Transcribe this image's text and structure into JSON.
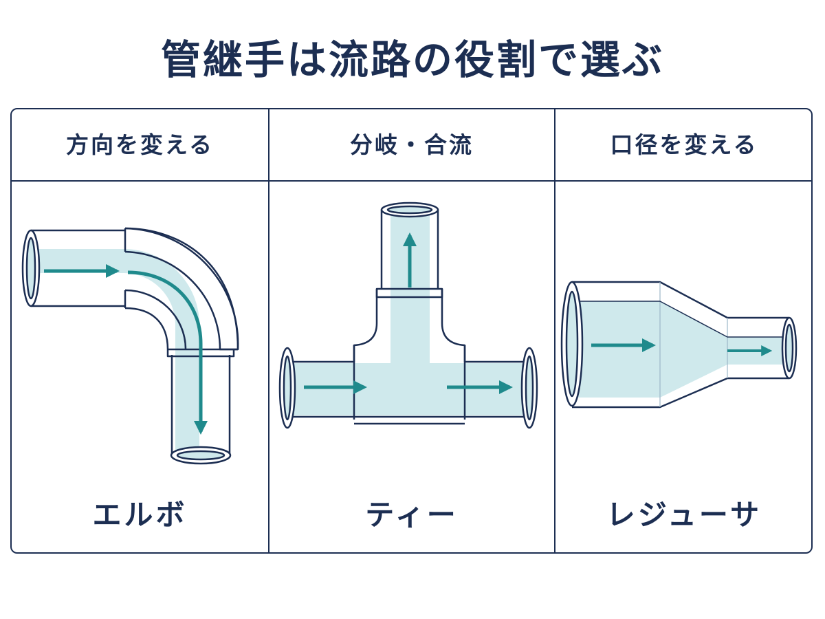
{
  "title": "管継手は流路の役割で選ぶ",
  "columns": [
    {
      "heading": "方向を変える",
      "name": "エルボ"
    },
    {
      "heading": "分岐・合流",
      "name": "ティー"
    },
    {
      "heading": "口径を変える",
      "name": "レジューサ"
    }
  ],
  "colors": {
    "ink": "#1c2e52",
    "fluid": "#cfe9ec",
    "arrow": "#1f8a8c"
  }
}
